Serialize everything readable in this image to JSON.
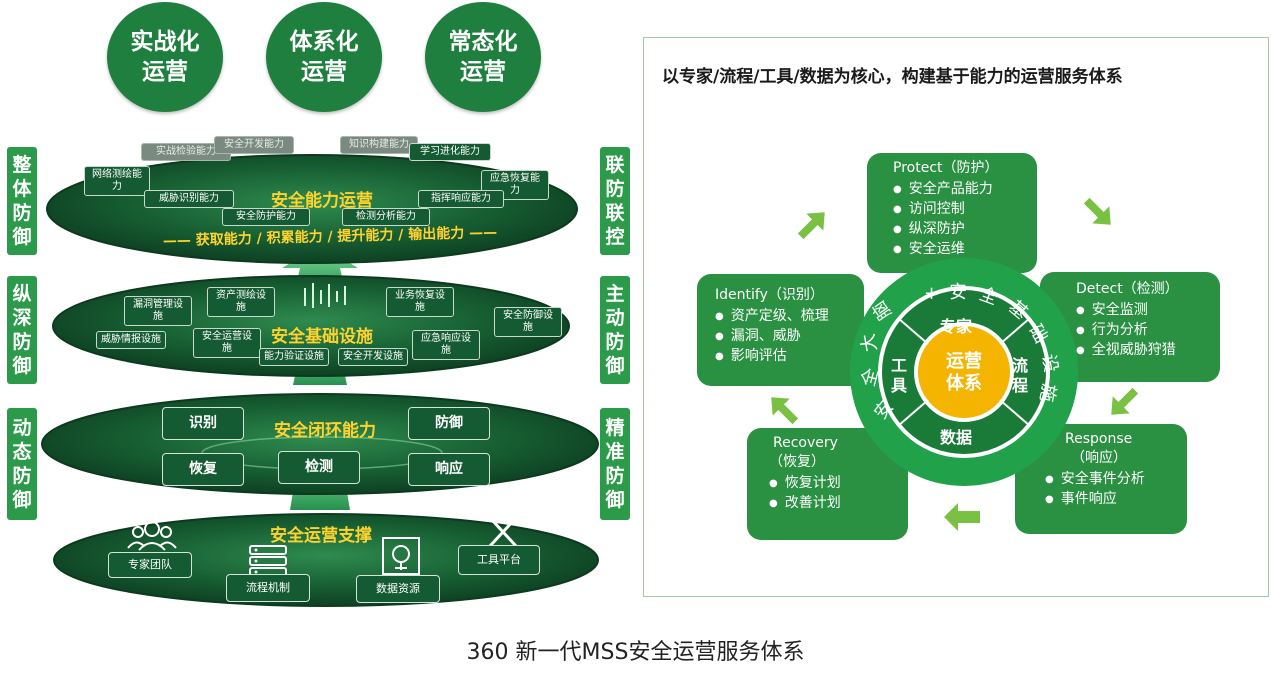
{
  "top_circles": [
    {
      "line1": "实战化",
      "line2": "运营"
    },
    {
      "line1": "体系化",
      "line2": "运营"
    },
    {
      "line1": "常态化",
      "line2": "运营"
    }
  ],
  "left_labels": [
    "整体防御",
    "纵深防御",
    "动态防御"
  ],
  "right_labels": [
    "联防联控",
    "主动防御",
    "精准防御"
  ],
  "layer1": {
    "title": "安全能力运营",
    "tagline": "—— 获取能力 / 积累能力 / 提升能力 / 输出能力 ——",
    "tags": [
      "网络测绘能力",
      "实战检验能力",
      "安全开发能力",
      "知识构建能力",
      "学习进化能力",
      "应急恢复能力",
      "威胁识别能力",
      "安全防护能力",
      "检测分析能力",
      "指挥响应能力"
    ]
  },
  "layer2": {
    "title": "安全基础设施",
    "tags": [
      "漏洞管理设施",
      "资产测绘设施",
      "业务恢复设施",
      "安全防御设施",
      "威胁情报设施",
      "安全运营设施",
      "能力验证设施",
      "安全开发设施",
      "应急响应设施"
    ]
  },
  "layer3": {
    "title": "安全闭环能力",
    "buttons": [
      "识别",
      "防御",
      "恢复",
      "检测",
      "响应"
    ]
  },
  "layer4": {
    "title": "安全运营支撑",
    "items": [
      "专家团队",
      "流程机制",
      "数据资源",
      "工具平台"
    ]
  },
  "panel": {
    "title": "以专家/流程/工具/数据为核心，构建基于能力的运营服务体系",
    "protect": {
      "heading": "Protect（防护）",
      "items": [
        "安全产品能力",
        "访问控制",
        "纵深防护",
        "安全运维"
      ]
    },
    "detect": {
      "heading": "Detect（检测）",
      "items": [
        "安全监测",
        "行为分析",
        "全视威胁狩猎"
      ]
    },
    "identify": {
      "heading": "Identify（识别）",
      "items": [
        "资产定级、梳理",
        "漏洞、威胁",
        "影响评估"
      ]
    },
    "response": {
      "heading1": "Response",
      "heading2": "（响应）",
      "items": [
        "安全事件分析",
        "事件响应"
      ]
    },
    "recovery": {
      "heading1": "Recovery",
      "heading2": "（恢复）",
      "items": [
        "恢复计划",
        "改善计划"
      ]
    },
    "hub": {
      "ring_text": [
        "安",
        "全",
        "大",
        "脑",
        "+",
        "安",
        "全",
        "基",
        "础",
        "设",
        "施"
      ],
      "expert": "专家",
      "process_1": "流",
      "process_2": "程",
      "tool_1": "工",
      "tool_2": "具",
      "data": "数据",
      "center_1": "运营",
      "center_2": "体系"
    }
  },
  "caption": "360 新一代MSS安全运营服务体系",
  "colors": {
    "dark_green": "#145a32",
    "mid_green": "#2a9142",
    "accent_yellow": "#ffd22e",
    "hub_yellow": "#f5b400"
  }
}
